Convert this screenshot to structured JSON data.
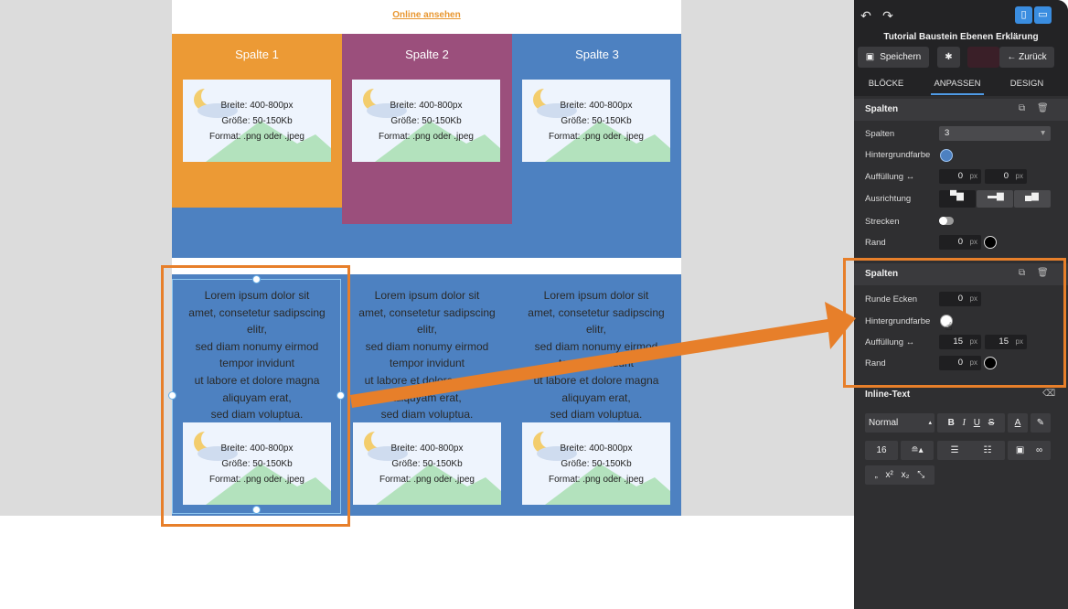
{
  "email": {
    "online_link": "Online ansehen",
    "columns_row1": [
      {
        "label": "Spalte 1"
      },
      {
        "label": "Spalte 2"
      },
      {
        "label": "Spalte 3"
      }
    ],
    "image_placeholder": {
      "line1": "Breite: 400-800px",
      "line2": "Größe: 50-150Kb",
      "line3": "Format: .png oder .jpeg"
    },
    "lorem_lines": [
      "Lorem ipsum dolor sit",
      "amet, consetetur sadipscing",
      "elitr,",
      "sed diam nonumy eirmod",
      "tempor invidunt",
      "ut labore et dolore magna",
      "aliquyam erat,",
      "sed diam voluptua."
    ],
    "colors": {
      "block": "#4d81c1",
      "col1": "#ec9a35",
      "col2": "#9b4f7c",
      "highlight": "#e77f2a"
    }
  },
  "panel": {
    "toolbar": {
      "undo_icon": "undo-icon",
      "redo_icon": "redo-icon",
      "mobile_icon": "mobile-icon",
      "desktop_icon": "desktop-icon"
    },
    "title": "Tutorial Baustein Ebenen Erklärung",
    "save_label": "Speichern",
    "back_label": "Zurück",
    "tabs": [
      {
        "label": "BLÖCKE"
      },
      {
        "label": "ANPASSEN"
      },
      {
        "label": "DESIGN"
      }
    ],
    "section1": {
      "title": "Spalten",
      "spalten_label": "Spalten",
      "spalten_value": "3",
      "bg_label": "Hintergrundfarbe",
      "bg_color": "#4d81c1",
      "padding_label": "Auffüllung ↔",
      "padding_left": "0",
      "padding_right": "0",
      "unit": "px",
      "align_label": "Ausrichtung",
      "stretch_label": "Strecken",
      "border_label": "Rand",
      "border_value": "0"
    },
    "section2": {
      "title": "Spalten",
      "radius_label": "Runde Ecken",
      "radius_value": "0",
      "bg_label": "Hintergrundfarbe",
      "padding_label": "Auffüllung ↔",
      "padding_left": "15",
      "padding_right": "15",
      "border_label": "Rand",
      "border_value": "0",
      "unit": "px"
    },
    "inline_text": {
      "title": "Inline-Text",
      "format_value": "Normal",
      "font_size": "16",
      "bold": "B",
      "italic": "I",
      "underline": "U",
      "strike": "S",
      "color_letter": "A"
    }
  }
}
